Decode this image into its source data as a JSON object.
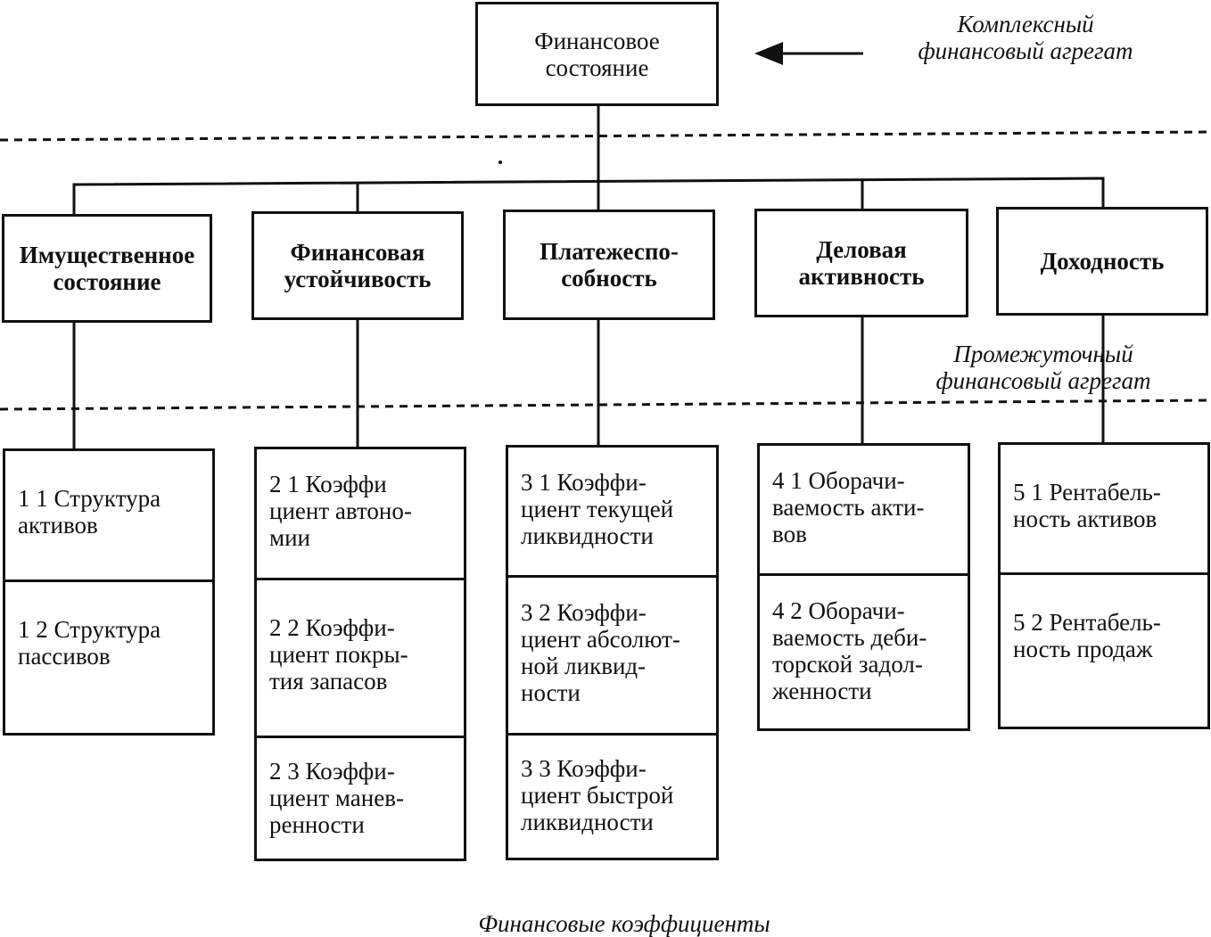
{
  "top": {
    "label": "Финансовое\nсостояние",
    "note": "Комплексный\nфинансовый агрегат"
  },
  "intermediate_note": "Промежуточный\nфинансовый агрегат",
  "groups": [
    {
      "label": "Имущественное\nсостояние",
      "items": [
        "1 1  Структура\nактивов",
        "1 2  Структура\nпассивов"
      ]
    },
    {
      "label": "Финансовая\nустойчивость",
      "items": [
        "2 1   Коэффи\nциент автоно-\nмии",
        "2 2  Коэффи-\nциент покры-\nтия запасов",
        "2 3  Коэффи-\nциент манев-\nренности"
      ]
    },
    {
      "label": "Платежеспо-\nсобность",
      "items": [
        "3 1  Коэффи-\nциент текущей\nликвидности",
        "3 2  Коэффи-\nциент абсолют-\nной ликвид-\nности",
        "3 3  Коэффи-\nциент быстрой\nликвидности"
      ]
    },
    {
      "label": "Деловая\nактивность",
      "items": [
        "4 1   Оборачи-\nваемость акти-\nвов",
        "4 2   Оборачи-\nваемость деби-\nторской задол-\nженности"
      ]
    },
    {
      "label": "Доходность",
      "items": [
        "5 1  Рентабель-\nность активов",
        "5 2  Рентабель-\nность продаж"
      ]
    }
  ],
  "caption": "Финансовые коэффициенты"
}
